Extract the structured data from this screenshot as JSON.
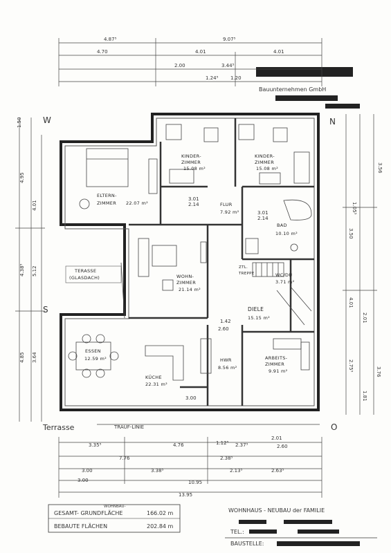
{
  "company": "Bauunternehmen GmbH",
  "compass": {
    "west": "W",
    "north": "N",
    "south": "S",
    "east": "O"
  },
  "rooms": {
    "eltern": {
      "name": "ELTERN-",
      "name2": "ZIMMER",
      "area": "22.07 m²"
    },
    "kinder1": {
      "name": "KINDER-",
      "name2": "ZIMMER",
      "area": "15.08 m²"
    },
    "kinder2": {
      "name": "KINDER-",
      "name2": "ZIMMER",
      "area": "15.08 m²"
    },
    "flur": {
      "name": "FLUR",
      "area": "7.92 m²"
    },
    "bad": {
      "name": "BAD",
      "area": "10.10 m²"
    },
    "wohn": {
      "name": "WOHN-",
      "name2": "ZIMMER",
      "area": "21.14 m²"
    },
    "wc": {
      "name": "WC/DU",
      "area": "3.71 m²"
    },
    "diele": {
      "name": "DIELE",
      "area": "15.15 m²"
    },
    "essen": {
      "name": "ESSEN",
      "area": "12.59 m²"
    },
    "kueche": {
      "name": "KÜCHE",
      "area": "22.31 m²"
    },
    "hwr": {
      "name": "HWR",
      "area": "8.56 m²"
    },
    "arbeit": {
      "name": "ARBEITS-",
      "name2": "ZIMMER",
      "area": "9.91 m²"
    },
    "terasse": {
      "name": "TERASSE",
      "name2": "(GLASDACH)"
    },
    "ztl": {
      "name": "ZTL.",
      "name2": "TREPPE"
    }
  },
  "labels": {
    "terrasse": "Terrasse",
    "traufe": "TRAUF-LINIE"
  },
  "dims": {
    "top1": "4.87⁵",
    "top2": "9.07⁵",
    "top3": "4.70",
    "top4": "4.01",
    "top5": "4.01",
    "top6": "2.00",
    "top7": "3.44⁵",
    "top8": "1.24⁵",
    "top9": "1.20",
    "bot1": "3.35⁵",
    "bot2": "4.76",
    "bot3": "1.12⁵",
    "bot4": "2.37⁵",
    "bot5": "2.01",
    "bot6": "2.60",
    "bot7": "7.76",
    "bot8": "2.38⁵",
    "bot9": "3.00",
    "bot10": "3.38⁵",
    "bot11": "2.13⁵",
    "bot12": "2.63⁵",
    "bot13": "3.00",
    "bot14": "10.95",
    "bot15": "13.95",
    "left1": "1.50",
    "left2": "4.95",
    "left3": "4.01",
    "left4": "4.38⁵",
    "left5": "5.12",
    "left6": "4.85",
    "left7": "3.64",
    "right1": "3.56",
    "right2": "3.50",
    "right3": "1.05⁵",
    "right4": "4.01",
    "right5": "2.01",
    "right6": "2.75⁵",
    "right7": "3.76",
    "right8": "1.81",
    "door1": "3.01",
    "door2": "2.14",
    "door3": "3.01",
    "door4": "2.14",
    "misc1": "1.42",
    "misc2": "2.60",
    "misc3": "3.00"
  },
  "areas": {
    "gesamt_label": "GESAMT- GRUNDFLÄCHE",
    "gesamt_value": "166.02 m",
    "bebaut_label": "BEBAUTE FLÄCHEN",
    "bebaut_value": "202.84 m",
    "gesamt_sup": "WOHNBAU-"
  },
  "project": {
    "title": "WOHNHAUS - NEUBAU der FAMILIE",
    "tel": "TEL.:",
    "baustelle": "BAUSTELLE:"
  }
}
